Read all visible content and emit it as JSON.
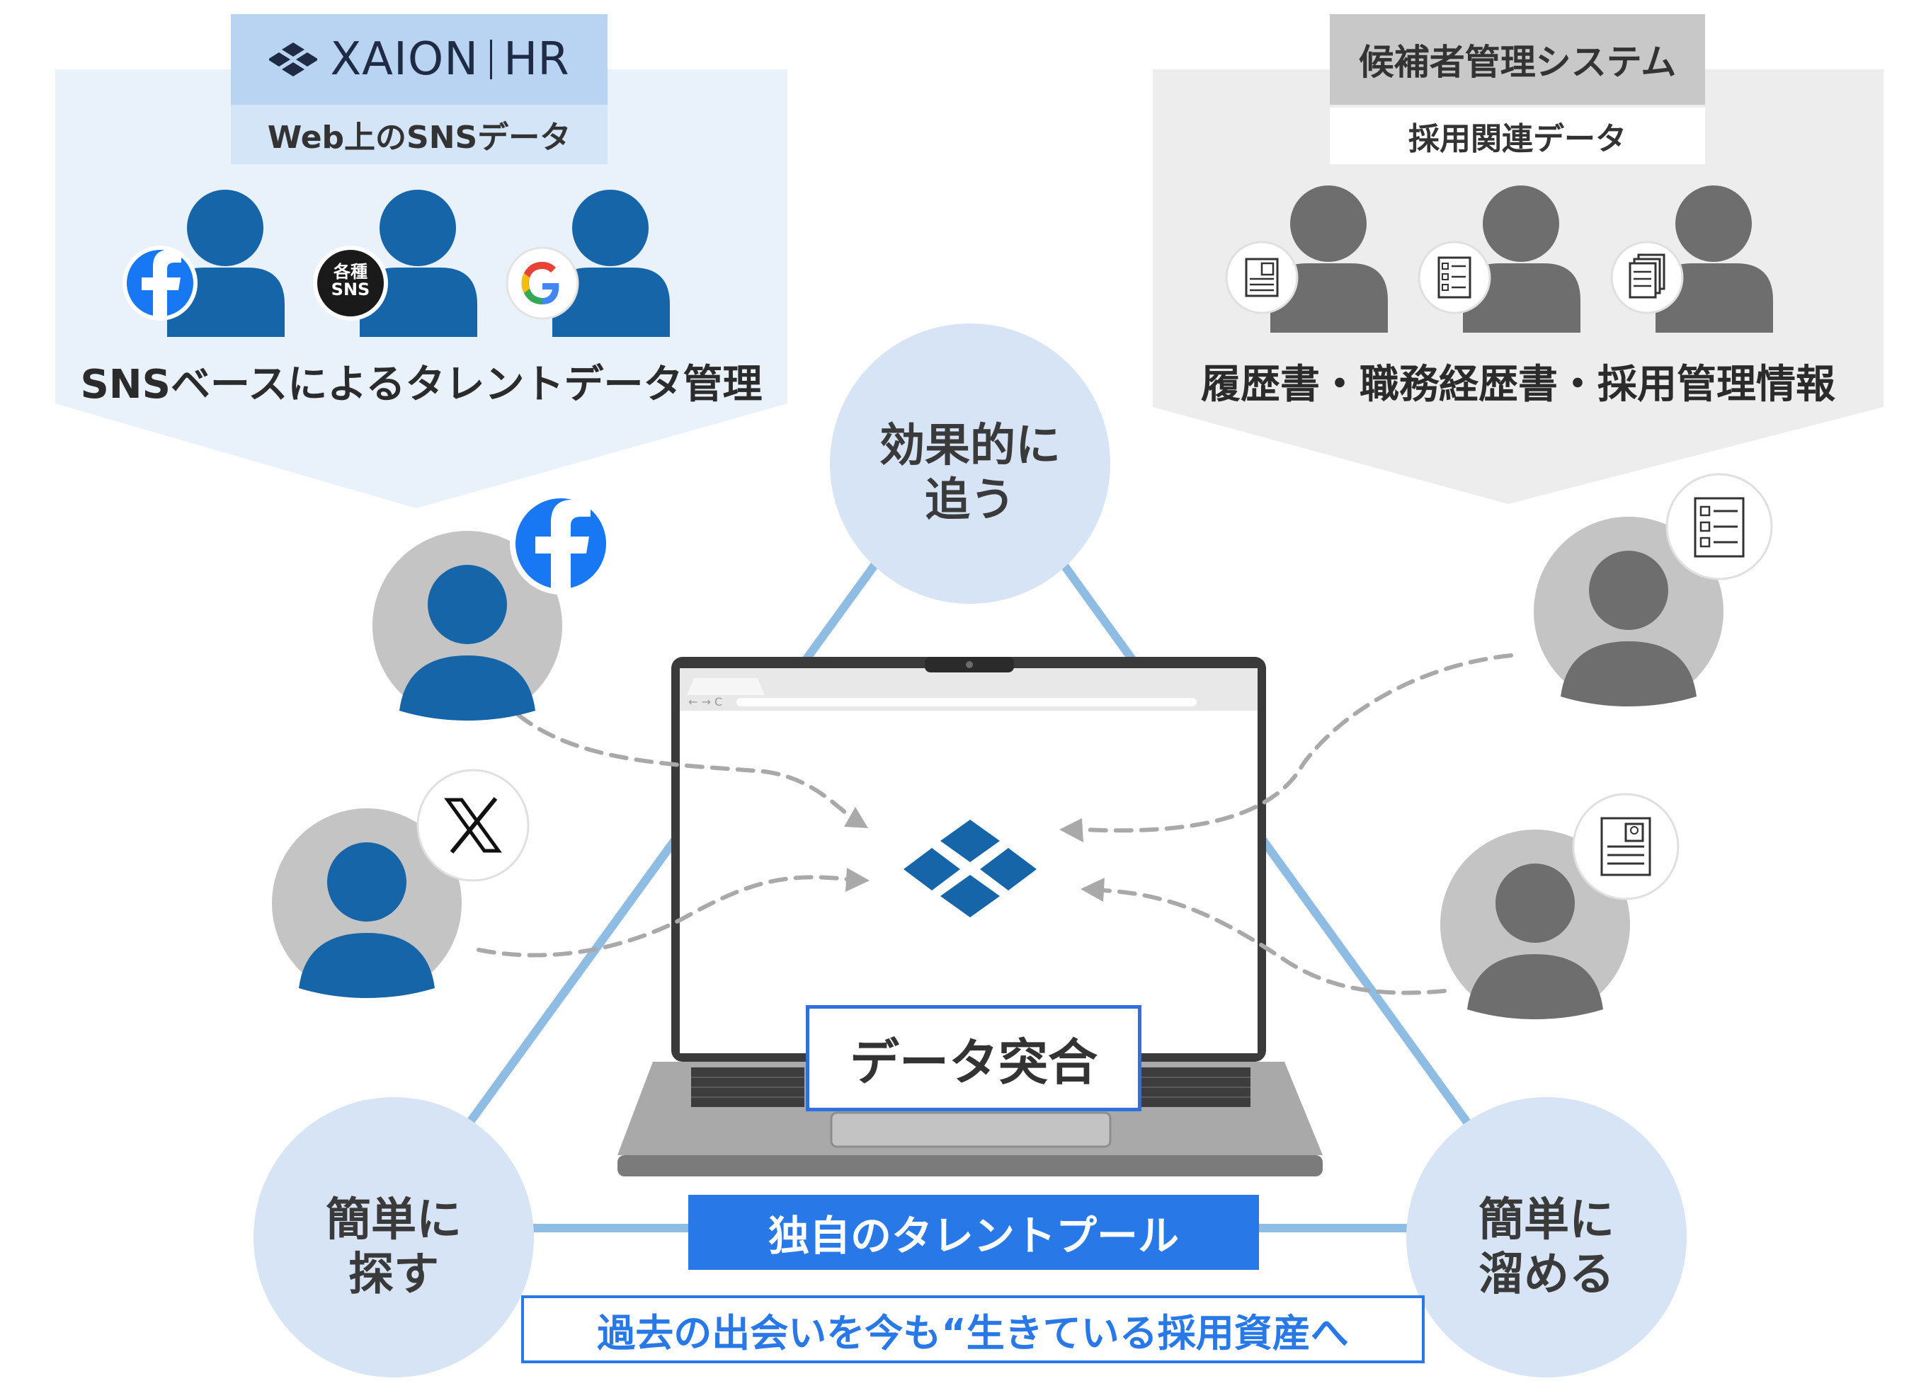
{
  "left_panel": {
    "brand": "XAION",
    "brand_suffix": "HR",
    "subtitle": "Web上のSNSデータ",
    "badge_various_line1": "各種",
    "badge_various_line2": "SNS",
    "caption": "SNSベースによるタレントデータ管理"
  },
  "right_panel": {
    "title": "候補者管理システム",
    "subtitle": "採用関連データ",
    "caption": "履歴書・職務経歴書・採用管理情報"
  },
  "circles": {
    "top_line1": "効果的に",
    "top_line2": "追う",
    "left_line1": "簡単に",
    "left_line2": "探す",
    "right_line1": "簡単に",
    "right_line2": "溜める"
  },
  "center": {
    "merge_label": "データ突合",
    "pool_label": "独自のタレントプール",
    "slogan": "過去の出会いを今も“生きている採用資産へ"
  },
  "colors": {
    "brand_blue": "#1565a8",
    "accent_blue": "#2878e8",
    "gray_person": "#6e6e6e",
    "light_blue_bg": "#e9f1fb",
    "light_gray_bg": "#ededed",
    "circle_bg": "#d6e4f5"
  },
  "icons": [
    "facebook-icon",
    "various-sns-icon",
    "google-icon",
    "x-icon",
    "resume-icon",
    "checklist-icon",
    "documents-icon",
    "xaion-logo-icon",
    "laptop-icon"
  ]
}
